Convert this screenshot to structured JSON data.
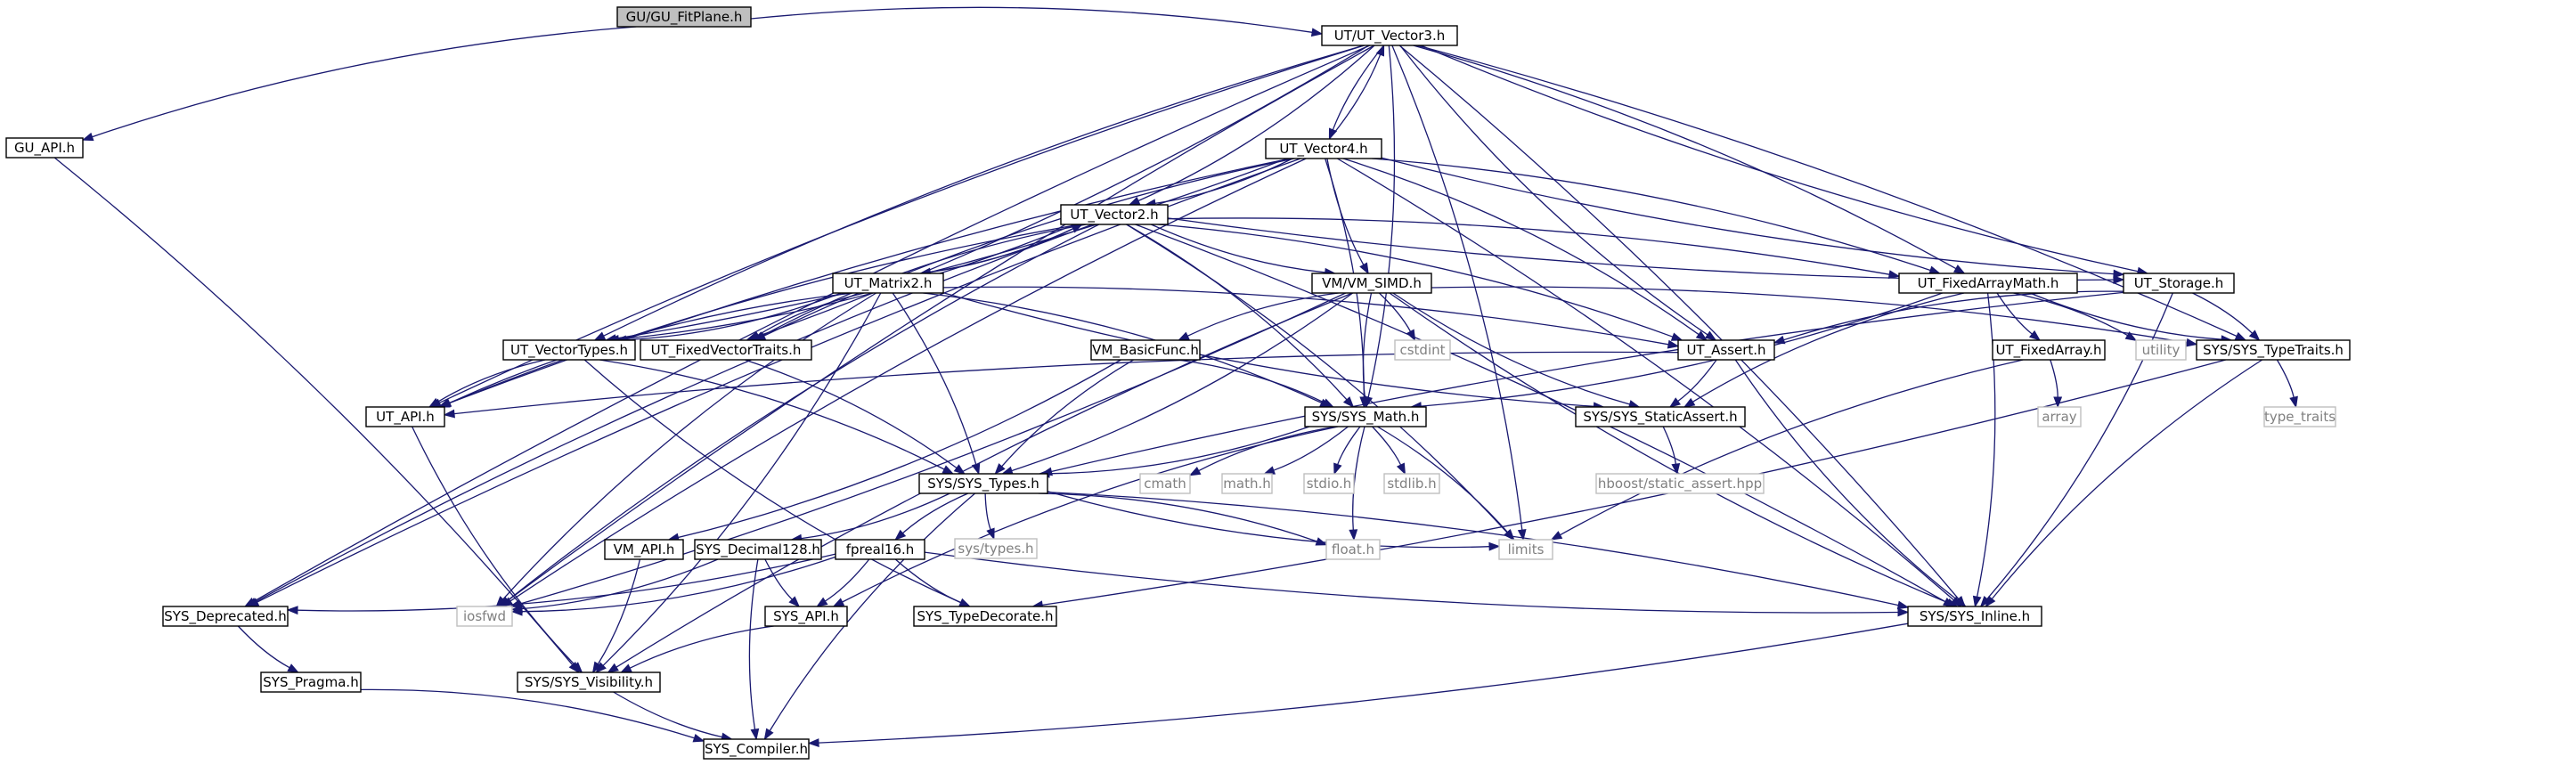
{
  "diagram": {
    "type": "include-dependency-graph",
    "colors": {
      "root_fill": "#bfbfbf",
      "node_border": "#000000",
      "external_border": "#bfbfbf",
      "external_text": "#808080",
      "edge": "#191970",
      "background": "#ffffff"
    },
    "nodes": [
      {
        "id": "root",
        "label": "GU/GU_FitPlane.h",
        "kind": "root"
      },
      {
        "id": "vec3",
        "label": "UT/UT_Vector3.h",
        "kind": "header"
      },
      {
        "id": "guapi",
        "label": "GU_API.h",
        "kind": "header"
      },
      {
        "id": "vec4",
        "label": "UT_Vector4.h",
        "kind": "header"
      },
      {
        "id": "vec2",
        "label": "UT_Vector2.h",
        "kind": "header"
      },
      {
        "id": "mat2",
        "label": "UT_Matrix2.h",
        "kind": "header"
      },
      {
        "id": "simd",
        "label": "VM/VM_SIMD.h",
        "kind": "header"
      },
      {
        "id": "fam",
        "label": "UT_FixedArrayMath.h",
        "kind": "header"
      },
      {
        "id": "storage",
        "label": "UT_Storage.h",
        "kind": "header"
      },
      {
        "id": "vtypes",
        "label": "UT_VectorTypes.h",
        "kind": "header"
      },
      {
        "id": "fvt",
        "label": "UT_FixedVectorTraits.h",
        "kind": "header"
      },
      {
        "id": "basic",
        "label": "VM_BasicFunc.h",
        "kind": "header"
      },
      {
        "id": "cstdint",
        "label": "cstdint",
        "kind": "external"
      },
      {
        "id": "assert",
        "label": "UT_Assert.h",
        "kind": "header"
      },
      {
        "id": "fa",
        "label": "UT_FixedArray.h",
        "kind": "header"
      },
      {
        "id": "utility",
        "label": "utility",
        "kind": "external"
      },
      {
        "id": "ttraits",
        "label": "SYS/SYS_TypeTraits.h",
        "kind": "header"
      },
      {
        "id": "utapi",
        "label": "UT_API.h",
        "kind": "header"
      },
      {
        "id": "math",
        "label": "SYS/SYS_Math.h",
        "kind": "header"
      },
      {
        "id": "sassert",
        "label": "SYS/SYS_StaticAssert.h",
        "kind": "header"
      },
      {
        "id": "array",
        "label": "array",
        "kind": "external"
      },
      {
        "id": "type_traits",
        "label": "type_traits",
        "kind": "external"
      },
      {
        "id": "systypes",
        "label": "SYS/SYS_Types.h",
        "kind": "header"
      },
      {
        "id": "cmath",
        "label": "cmath",
        "kind": "external"
      },
      {
        "id": "mathh",
        "label": "math.h",
        "kind": "external"
      },
      {
        "id": "stdio",
        "label": "stdio.h",
        "kind": "external"
      },
      {
        "id": "stdlib",
        "label": "stdlib.h",
        "kind": "external"
      },
      {
        "id": "hboost",
        "label": "hboost/static_assert.hpp",
        "kind": "external"
      },
      {
        "id": "systypesh",
        "label": "sys/types.h",
        "kind": "external"
      },
      {
        "id": "vmapi",
        "label": "VM_API.h",
        "kind": "header"
      },
      {
        "id": "dec128",
        "label": "SYS_Decimal128.h",
        "kind": "header"
      },
      {
        "id": "fp16",
        "label": "fpreal16.h",
        "kind": "header"
      },
      {
        "id": "float",
        "label": "float.h",
        "kind": "external"
      },
      {
        "id": "limits",
        "label": "limits",
        "kind": "external"
      },
      {
        "id": "depr",
        "label": "SYS_Deprecated.h",
        "kind": "header"
      },
      {
        "id": "iosfwd",
        "label": "iosfwd",
        "kind": "external"
      },
      {
        "id": "sysapi",
        "label": "SYS_API.h",
        "kind": "header"
      },
      {
        "id": "tdec",
        "label": "SYS_TypeDecorate.h",
        "kind": "header"
      },
      {
        "id": "inline",
        "label": "SYS/SYS_Inline.h",
        "kind": "header"
      },
      {
        "id": "pragma",
        "label": "SYS_Pragma.h",
        "kind": "header"
      },
      {
        "id": "vis",
        "label": "SYS/SYS_Visibility.h",
        "kind": "header"
      },
      {
        "id": "compiler",
        "label": "SYS_Compiler.h",
        "kind": "header"
      }
    ],
    "edges": [
      [
        "root",
        "vec3"
      ],
      [
        "root",
        "guapi"
      ],
      [
        "guapi",
        "vis"
      ],
      [
        "vec3",
        "vec4"
      ],
      [
        "vec3",
        "vec2"
      ],
      [
        "vec3",
        "vtypes"
      ],
      [
        "vec3",
        "fvt"
      ],
      [
        "vec3",
        "assert"
      ],
      [
        "vec3",
        "fam"
      ],
      [
        "vec3",
        "storage"
      ],
      [
        "vec3",
        "ttraits"
      ],
      [
        "vec3",
        "utapi"
      ],
      [
        "vec3",
        "math"
      ],
      [
        "vec3",
        "depr"
      ],
      [
        "vec3",
        "inline"
      ],
      [
        "vec3",
        "iosfwd"
      ],
      [
        "vec3",
        "limits"
      ],
      [
        "vec4",
        "vec3"
      ],
      [
        "vec4",
        "vec2"
      ],
      [
        "vec4",
        "simd"
      ],
      [
        "vec4",
        "vtypes"
      ],
      [
        "vec4",
        "fvt"
      ],
      [
        "vec4",
        "fam"
      ],
      [
        "vec4",
        "storage"
      ],
      [
        "vec4",
        "assert"
      ],
      [
        "vec4",
        "utapi"
      ],
      [
        "vec4",
        "math"
      ],
      [
        "vec4",
        "depr"
      ],
      [
        "vec4",
        "inline"
      ],
      [
        "vec4",
        "iosfwd"
      ],
      [
        "vec2",
        "mat2"
      ],
      [
        "vec2",
        "simd"
      ],
      [
        "vec2",
        "vtypes"
      ],
      [
        "vec2",
        "fvt"
      ],
      [
        "vec2",
        "fam"
      ],
      [
        "vec2",
        "storage"
      ],
      [
        "vec2",
        "assert"
      ],
      [
        "vec2",
        "utapi"
      ],
      [
        "vec2",
        "math"
      ],
      [
        "vec2",
        "depr"
      ],
      [
        "vec2",
        "inline"
      ],
      [
        "vec2",
        "iosfwd"
      ],
      [
        "vec2",
        "limits"
      ],
      [
        "mat2",
        "vec2"
      ],
      [
        "mat2",
        "vtypes"
      ],
      [
        "mat2",
        "fvt"
      ],
      [
        "mat2",
        "assert"
      ],
      [
        "mat2",
        "utapi"
      ],
      [
        "mat2",
        "math"
      ],
      [
        "mat2",
        "sassert"
      ],
      [
        "mat2",
        "systypes"
      ],
      [
        "mat2",
        "iosfwd"
      ],
      [
        "mat2",
        "vis"
      ],
      [
        "simd",
        "basic"
      ],
      [
        "simd",
        "cstdint"
      ],
      [
        "simd",
        "math"
      ],
      [
        "simd",
        "systypes"
      ],
      [
        "simd",
        "sassert"
      ],
      [
        "simd",
        "ttraits"
      ],
      [
        "simd",
        "inline"
      ],
      [
        "simd",
        "iosfwd"
      ],
      [
        "simd",
        "vis"
      ],
      [
        "basic",
        "math"
      ],
      [
        "basic",
        "systypes"
      ],
      [
        "basic",
        "vmapi"
      ],
      [
        "fam",
        "fa"
      ],
      [
        "fam",
        "utility"
      ],
      [
        "fam",
        "ttraits"
      ],
      [
        "fam",
        "math"
      ],
      [
        "fam",
        "sassert"
      ],
      [
        "fam",
        "inline"
      ],
      [
        "storage",
        "assert"
      ],
      [
        "storage",
        "ttraits"
      ],
      [
        "storage",
        "systypes"
      ],
      [
        "storage",
        "inline"
      ],
      [
        "vtypes",
        "utapi"
      ],
      [
        "vtypes",
        "systypes"
      ],
      [
        "vtypes",
        "tdec"
      ],
      [
        "fvt",
        "systypes"
      ],
      [
        "assert",
        "utapi"
      ],
      [
        "assert",
        "sassert"
      ],
      [
        "assert",
        "inline"
      ],
      [
        "fa",
        "array"
      ],
      [
        "fa",
        "limits"
      ],
      [
        "ttraits",
        "type_traits"
      ],
      [
        "ttraits",
        "inline"
      ],
      [
        "ttraits",
        "tdec"
      ],
      [
        "utapi",
        "vis"
      ],
      [
        "math",
        "systypes"
      ],
      [
        "math",
        "cmath"
      ],
      [
        "math",
        "mathh"
      ],
      [
        "math",
        "stdio"
      ],
      [
        "math",
        "stdlib"
      ],
      [
        "math",
        "float"
      ],
      [
        "math",
        "limits"
      ],
      [
        "math",
        "sysapi"
      ],
      [
        "sassert",
        "hboost"
      ],
      [
        "systypes",
        "systypesh"
      ],
      [
        "systypes",
        "dec128"
      ],
      [
        "systypes",
        "fp16"
      ],
      [
        "systypes",
        "float"
      ],
      [
        "systypes",
        "limits"
      ],
      [
        "systypes",
        "inline"
      ],
      [
        "systypes",
        "compiler"
      ],
      [
        "vmapi",
        "vis"
      ],
      [
        "dec128",
        "sysapi"
      ],
      [
        "dec128",
        "iosfwd"
      ],
      [
        "dec128",
        "compiler"
      ],
      [
        "fp16",
        "sysapi"
      ],
      [
        "fp16",
        "tdec"
      ],
      [
        "fp16",
        "depr"
      ],
      [
        "fp16",
        "inline"
      ],
      [
        "fp16",
        "iosfwd"
      ],
      [
        "depr",
        "pragma"
      ],
      [
        "pragma",
        "compiler"
      ],
      [
        "sysapi",
        "vis"
      ],
      [
        "inline",
        "compiler"
      ],
      [
        "vis",
        "compiler"
      ]
    ]
  }
}
